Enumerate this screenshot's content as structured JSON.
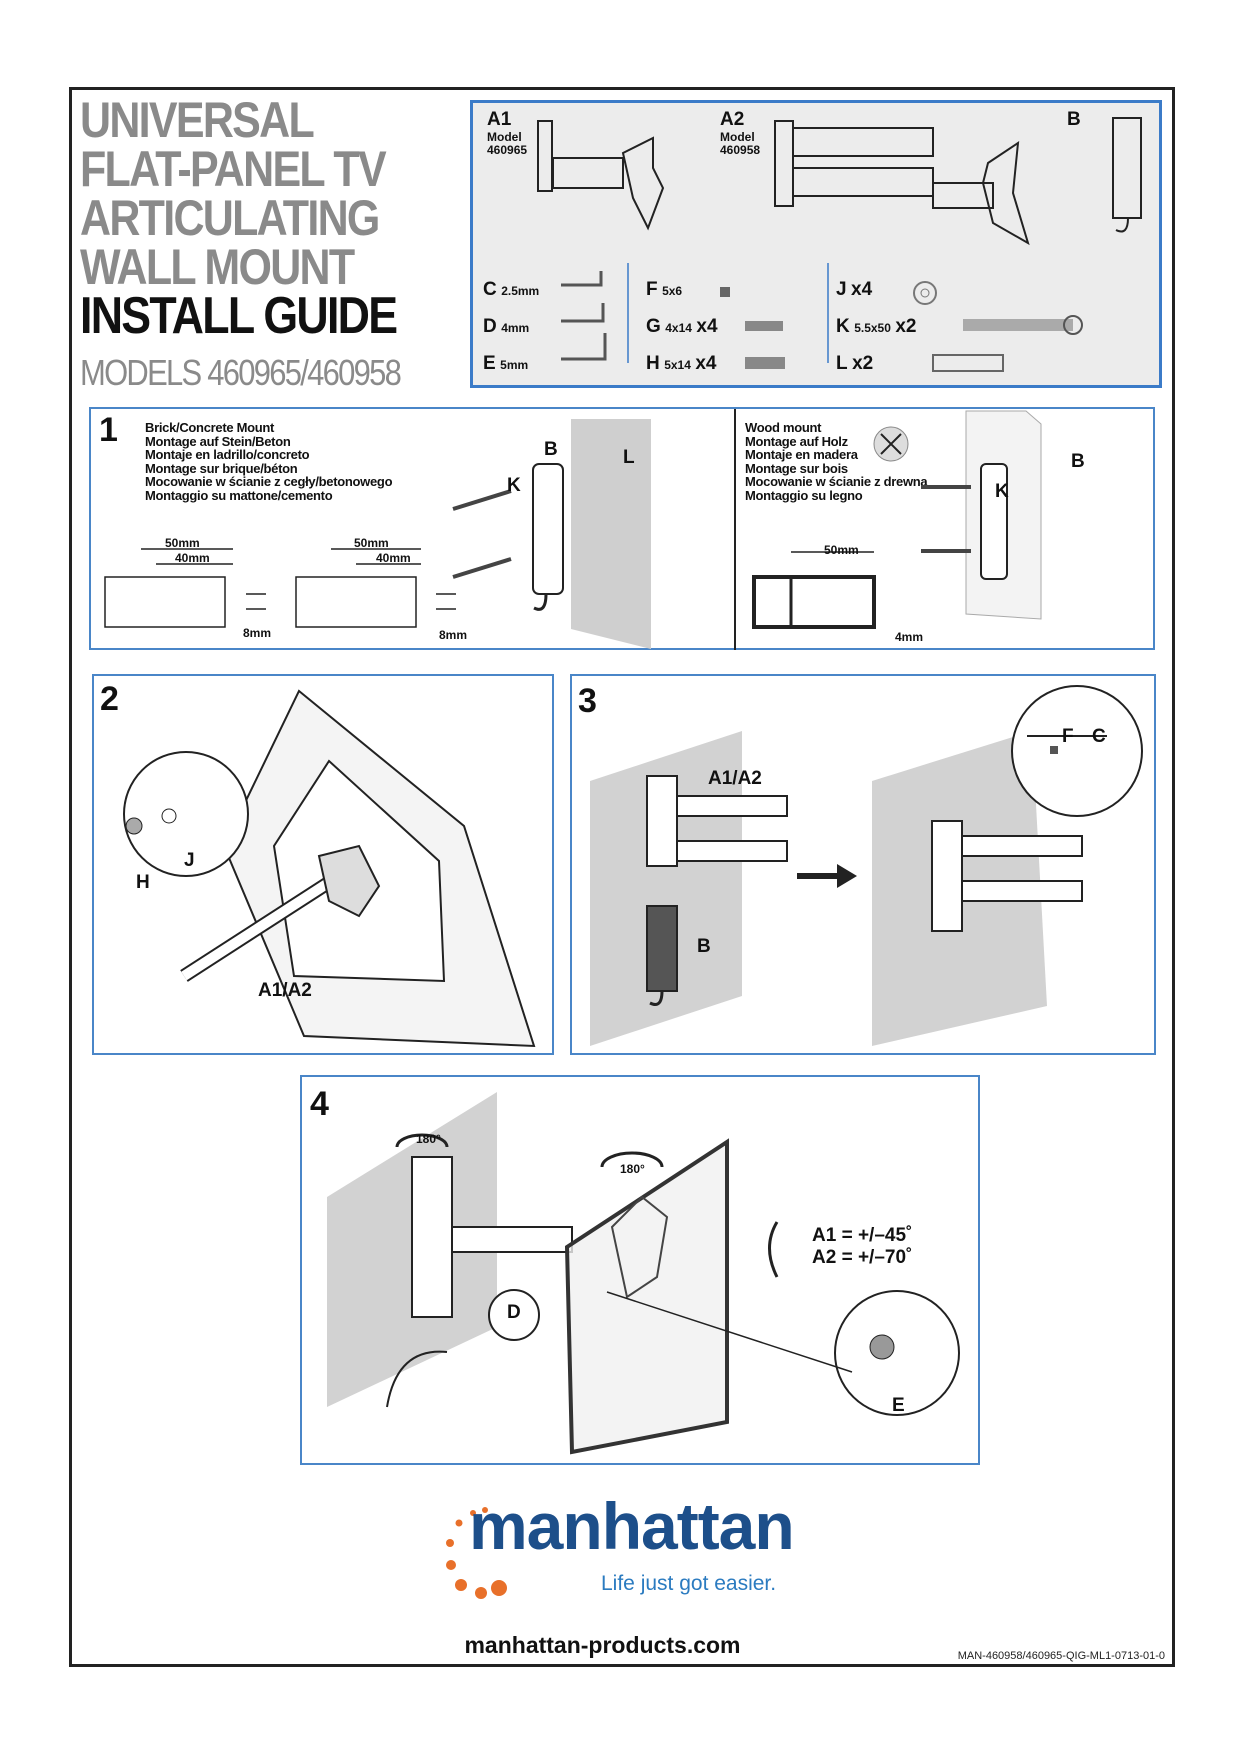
{
  "title": {
    "lines_gray": [
      "UNIVERSAL",
      "FLAT-PANEL TV",
      "ARTICULATING",
      "WALL MOUNT"
    ],
    "line_black": "INSTALL GUIDE",
    "models": "MODELS 460965/460958"
  },
  "parts": {
    "a1": {
      "letter": "A1",
      "label": "Model",
      "model": "460965"
    },
    "a2": {
      "letter": "A2",
      "label": "Model",
      "model": "460958"
    },
    "b": "B",
    "items": [
      {
        "letter": "C",
        "spec": "2.5mm",
        "qty": ""
      },
      {
        "letter": "D",
        "spec": "4mm",
        "qty": ""
      },
      {
        "letter": "E",
        "spec": "5mm",
        "qty": ""
      },
      {
        "letter": "F",
        "spec": "5x6",
        "qty": ""
      },
      {
        "letter": "G",
        "spec": "4x14",
        "qty": "x4"
      },
      {
        "letter": "H",
        "spec": "5x14",
        "qty": "x4"
      },
      {
        "letter": "J",
        "spec": "",
        "qty": "x4"
      },
      {
        "letter": "K",
        "spec": "5.5x50",
        "qty": "x2"
      },
      {
        "letter": "L",
        "spec": "",
        "qty": "x2"
      }
    ]
  },
  "step1": {
    "number": "1",
    "brick_lines": [
      "Brick/Concrete Mount",
      "Montage auf Stein/Beton",
      "Montaje en ladrillo/concreto",
      "Montage sur brique/béton",
      "Mocowanie w ścianie z cegły/betonowego",
      "Montaggio su mattone/cemento"
    ],
    "wood_lines": [
      "Wood mount",
      "Montage auf Holz",
      "Montaje en madera",
      "Montage sur bois",
      "Mocowanie w ścianie z drewna",
      "Montaggio su legno"
    ],
    "dim_50": "50mm",
    "dim_40": "40mm",
    "dim_8": "8mm",
    "dim_4": "4mm",
    "labels": {
      "b": "B",
      "k": "K",
      "l": "L"
    }
  },
  "step2": {
    "number": "2",
    "labels": {
      "h": "H",
      "j": "J",
      "arm": "A1/A2"
    }
  },
  "step3": {
    "number": "3",
    "labels": {
      "arm": "A1/A2",
      "b": "B",
      "f": "F",
      "c": "C"
    }
  },
  "step4": {
    "number": "4",
    "rot1": "180°",
    "rot2": "180°",
    "a1": "A1 = +/–45˚",
    "a2": "A2 = +/–70˚",
    "d": "D",
    "e": "E"
  },
  "footer": {
    "brand": "manhattan",
    "tagline": "Life just got easier.",
    "url": "manhattan-products.com",
    "code": "MAN-460958/460965-QIG-ML1-0713-01-0"
  },
  "colors": {
    "accent_blue": "#4a86c8",
    "brand_blue": "#1d4f8a",
    "brand_orange": "#e8702a",
    "title_gray": "#8a8a8a"
  }
}
